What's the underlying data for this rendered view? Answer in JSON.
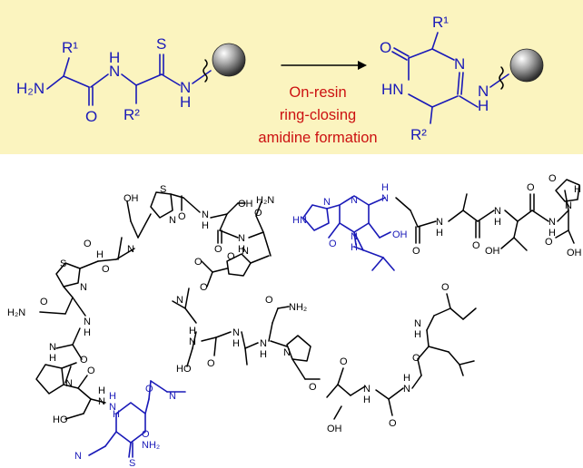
{
  "colors": {
    "panel_background": "#fbf4bf",
    "structure_blue": "#1a1ab8",
    "label_red": "#cc1111",
    "bond_black": "#000000"
  },
  "reaction": {
    "reactant": {
      "amine_label": "H₂N",
      "r1_label": "R¹",
      "amide_nh_label": "N",
      "amide_h_label": "H",
      "carbonyl_o_label": "O",
      "r2_label": "R²",
      "thio_s_label": "S",
      "thioamide_n_label": "N",
      "thioamide_h_label": "H"
    },
    "product": {
      "r1_label": "R¹",
      "carbonyl_o_label": "O",
      "ring_n_label": "N",
      "ring_hn_label": "HN",
      "r2_label": "R²",
      "exo_n_label": "N",
      "exo_h_label": "H"
    },
    "condition_lines": [
      "On-resin",
      "ring-closing",
      "amidine formation"
    ],
    "resin_icon": "resin-bead-icon"
  },
  "molecules": {
    "left": {
      "labels": [
        "OH",
        "O",
        "S",
        "N",
        "H",
        "N",
        "O",
        "OH",
        "H₂N",
        "O",
        "N",
        "H",
        "O",
        "N",
        "O",
        "N",
        "S",
        "O",
        "N",
        "O",
        "H",
        "H₂N",
        "O",
        "N",
        "H",
        "O",
        "N",
        "H",
        "N",
        "O",
        "N",
        "O",
        "HO",
        "H",
        "N",
        "O",
        "NH₂",
        "N",
        "N",
        "H",
        "HO",
        "O",
        "N",
        "H",
        "O",
        "N",
        "H",
        "H",
        "N",
        "O",
        "N",
        "H",
        "O",
        "NH₂",
        "N",
        "S",
        "O",
        "N",
        "H",
        "O",
        "H",
        "N",
        "O",
        "N",
        "H",
        "OH",
        "O"
      ]
    },
    "top_right": {
      "labels": [
        "HN",
        "N",
        "N",
        "N",
        "H",
        "O",
        "N",
        "H",
        "OH",
        "O",
        "N",
        "H",
        "O",
        "N",
        "H",
        "OH",
        "O",
        "N",
        "H",
        "N",
        "H",
        "O",
        "OH",
        "O"
      ]
    },
    "bottom_right": {
      "labels": [
        "OH",
        "O",
        "N",
        "H",
        "O",
        "N",
        "H",
        "O",
        "N",
        "H",
        "O"
      ]
    }
  }
}
